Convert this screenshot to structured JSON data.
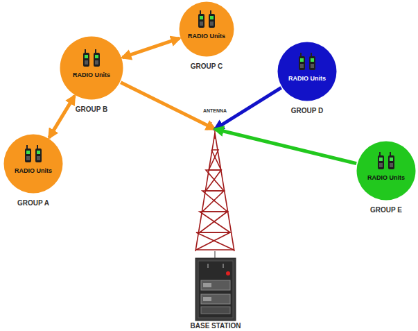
{
  "diagram": {
    "nodes": [
      {
        "text": [
          "RADIO Units",
          "GROUP A"
        ]
      },
      {
        "text": [
          "RADIO Units",
          "GROUP B"
        ]
      },
      {
        "text": [
          "RADIO Units",
          "GROUP C"
        ]
      },
      {
        "text": [
          "RADIO Units",
          "GROUP D"
        ]
      },
      {
        "text": [
          "RADIO Units",
          "GROUP E"
        ]
      },
      {
        "text": [
          "ANTENNA"
        ]
      }
    ],
    "edges": [
      {
        "from": 0,
        "to": 1,
        "arrow": "both"
      },
      {
        "from": 1,
        "to": 2,
        "arrow": "both"
      },
      {
        "from": 1,
        "to": 5,
        "arrow": "to"
      },
      {
        "from": 3,
        "to": 5,
        "arrow": "to"
      },
      {
        "from": 4,
        "to": 5,
        "arrow": "to"
      }
    ],
    "labels": [
      "BASE STATION"
    ]
  }
}
